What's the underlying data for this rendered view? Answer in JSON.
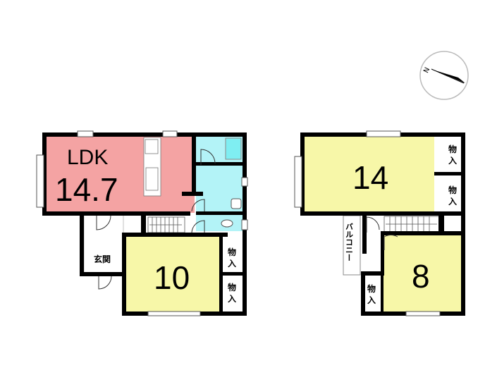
{
  "floor1": {
    "ldk_label": "LDK",
    "ldk_size": "14.7",
    "room_size": "10",
    "entrance": "玄関",
    "closet_top": "物",
    "closet_bottom": "入"
  },
  "floor2": {
    "room_large_size": "14",
    "room_small_size": "8",
    "balcony": "バルコニー",
    "closet_top": "物",
    "closet_bottom": "入"
  },
  "compass": {
    "north_label": "N"
  },
  "colors": {
    "ldk": "#f4a3a3",
    "room": "#f7f7a8",
    "wet": "#b3f3f7",
    "bath": "#7feef2"
  }
}
